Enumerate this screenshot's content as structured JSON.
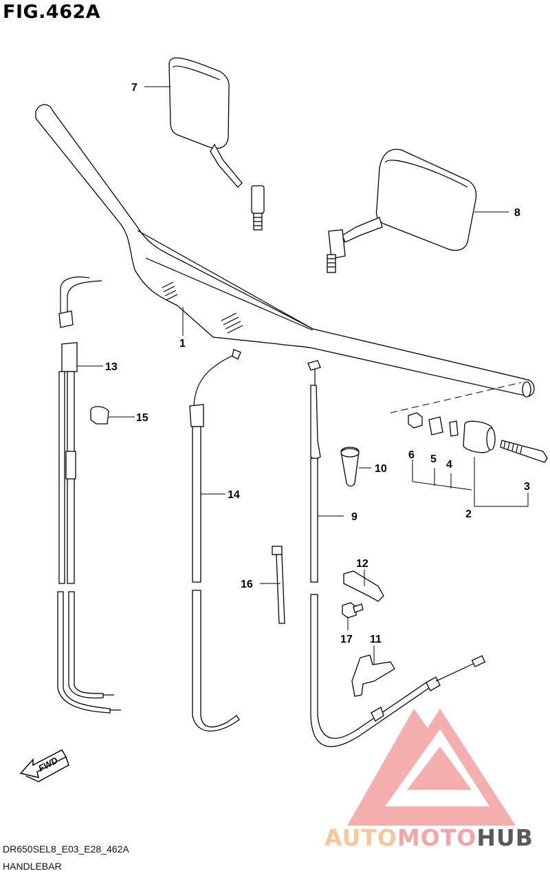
{
  "figure": {
    "title": "FIG.462A",
    "code": "DR650SEL8_E03_E28_462A",
    "name": "HANDLEBAR"
  },
  "callouts": {
    "p1": "1",
    "p2": "2",
    "p3": "3",
    "p4": "4",
    "p5": "5",
    "p6": "6",
    "p7": "7",
    "p8": "8",
    "p9": "9",
    "p10": "10",
    "p11": "11",
    "p12": "12",
    "p13": "13",
    "p14": "14",
    "p15": "15",
    "p16": "16",
    "p17": "17"
  },
  "fwd_arrow": {
    "label": "FWD"
  },
  "watermark": {
    "part_auto": "AUTO",
    "part_moto": "MOTO",
    "part_hub": "HUB",
    "color_accent": "#f4a6a6",
    "color_dark": "#5a5a5a",
    "color_orange": "#f6c79a"
  }
}
